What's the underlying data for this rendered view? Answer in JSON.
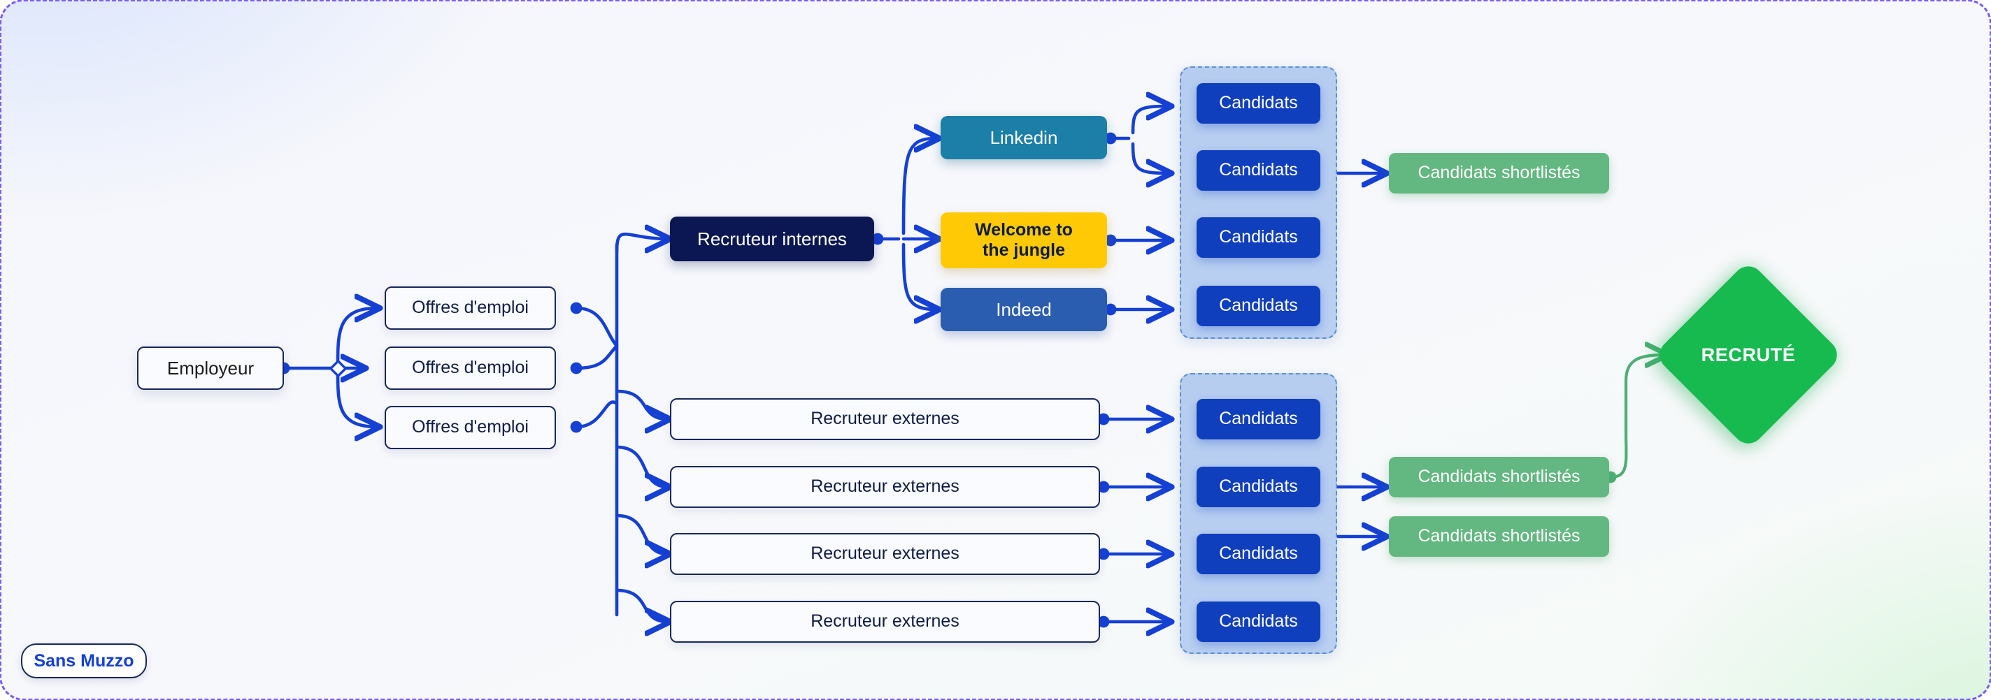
{
  "canvas": {
    "watermark": "Sans Muzzo",
    "selection_border_color": "#7c5cf0",
    "background_tint_top_left": "#d8e3fb",
    "background_tint_bottom_right": "#d6f5da"
  },
  "palette": {
    "edge_blue": "#1540d4",
    "edge_green": "#4caf74",
    "node_navy": "#0a1752",
    "node_candidate_blue": "#103fbd",
    "node_shortlist_green": "#63b781",
    "node_recruited_green": "#17ba4f",
    "linkedin_teal": "#1b7fa8",
    "wttj_yellow": "#ffca05",
    "indeed_blue": "#2a5db0",
    "group_fill": "#b6cdf0",
    "group_border": "#5c8fd6"
  },
  "nodes": {
    "employer": {
      "label": "Employeur"
    },
    "job_offers": [
      {
        "label": "Offres d'emploi"
      },
      {
        "label": "Offres d'emploi"
      },
      {
        "label": "Offres d'emploi"
      }
    ],
    "internal_recruiter": {
      "label": "Recruteur internes"
    },
    "platforms": [
      {
        "label": "Linkedin"
      },
      {
        "label": "Welcome to\nthe jungle"
      },
      {
        "label": "Indeed"
      }
    ],
    "external_recruiters": [
      {
        "label": "Recruteur externes"
      },
      {
        "label": "Recruteur externes"
      },
      {
        "label": "Recruteur externes"
      },
      {
        "label": "Recruteur externes"
      }
    ],
    "candidates_group_top": [
      {
        "label": "Candidats"
      },
      {
        "label": "Candidats"
      },
      {
        "label": "Candidats"
      },
      {
        "label": "Candidats"
      }
    ],
    "candidates_group_bottom": [
      {
        "label": "Candidats"
      },
      {
        "label": "Candidats"
      },
      {
        "label": "Candidats"
      },
      {
        "label": "Candidats"
      }
    ],
    "shortlisted_top": [
      {
        "label": "Candidats shortlistés"
      }
    ],
    "shortlisted_bottom": [
      {
        "label": "Candidats shortlistés"
      },
      {
        "label": "Candidats shortlistés"
      }
    ],
    "recruited": {
      "label": "RECRUTÉ"
    }
  }
}
